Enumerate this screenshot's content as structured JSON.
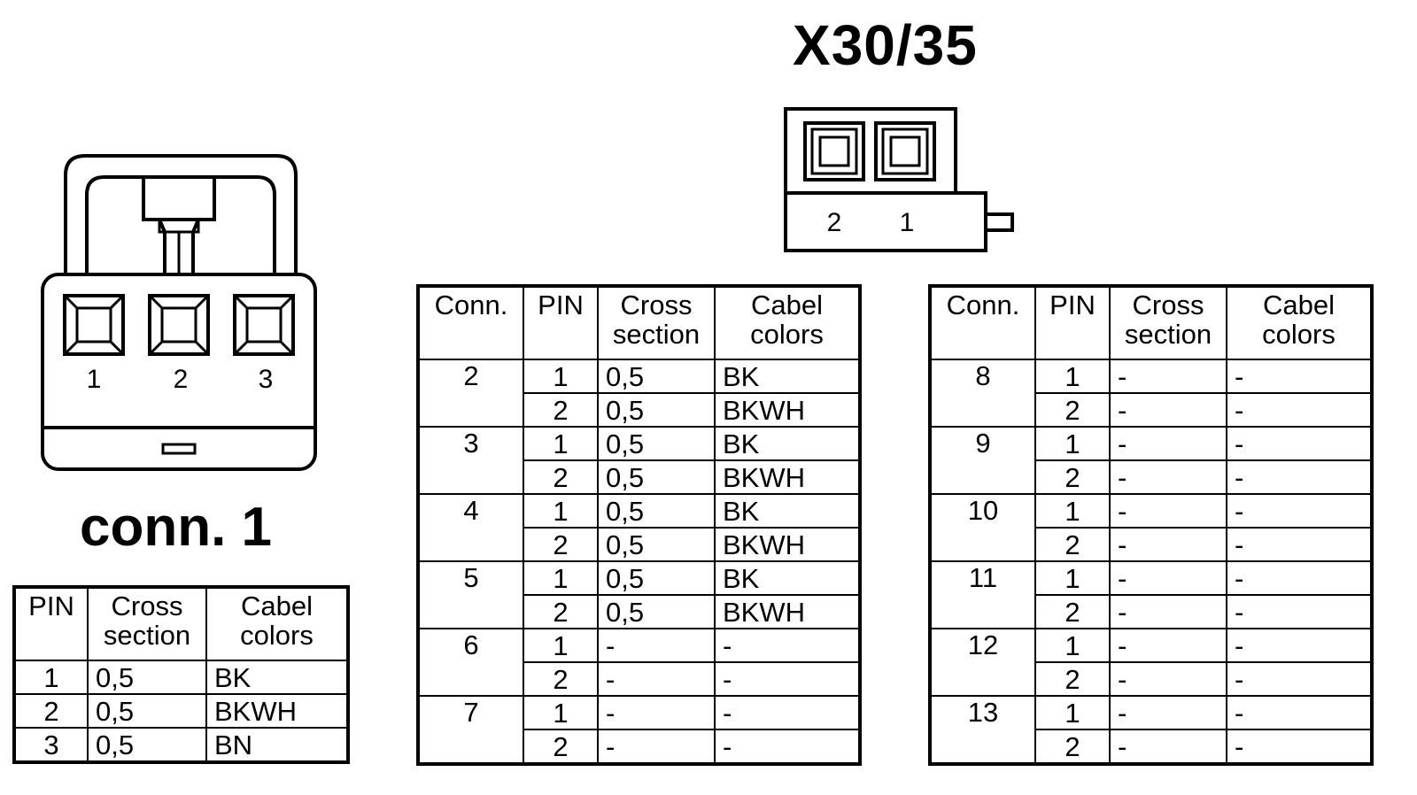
{
  "titles": {
    "x3035": "X30/35",
    "conn1": "conn. 1"
  },
  "diagram_conn1": {
    "pin_labels": [
      "1",
      "2",
      "3"
    ]
  },
  "diagram_x3035": {
    "pin_labels": [
      "2",
      "1"
    ]
  },
  "headers": {
    "conn": "Conn.",
    "pin": "PIN",
    "cross_l1": "Cross",
    "cross_l2": "section",
    "cabel_l1": "Cabel",
    "cabel_l2": "colors"
  },
  "conn1_table": {
    "rows": [
      {
        "pin": "1",
        "cross": "0,5",
        "color": "BK"
      },
      {
        "pin": "2",
        "cross": "0,5",
        "color": "BKWH"
      },
      {
        "pin": "3",
        "cross": "0,5",
        "color": "BN"
      }
    ]
  },
  "table_a": {
    "groups": [
      {
        "conn": "2",
        "rows": [
          {
            "pin": "1",
            "cross": "0,5",
            "color": "BK"
          },
          {
            "pin": "2",
            "cross": "0,5",
            "color": "BKWH"
          }
        ]
      },
      {
        "conn": "3",
        "rows": [
          {
            "pin": "1",
            "cross": "0,5",
            "color": "BK"
          },
          {
            "pin": "2",
            "cross": "0,5",
            "color": "BKWH"
          }
        ]
      },
      {
        "conn": "4",
        "rows": [
          {
            "pin": "1",
            "cross": "0,5",
            "color": "BK"
          },
          {
            "pin": "2",
            "cross": "0,5",
            "color": "BKWH"
          }
        ]
      },
      {
        "conn": "5",
        "rows": [
          {
            "pin": "1",
            "cross": "0,5",
            "color": "BK"
          },
          {
            "pin": "2",
            "cross": "0,5",
            "color": "BKWH"
          }
        ]
      },
      {
        "conn": "6",
        "rows": [
          {
            "pin": "1",
            "cross": "-",
            "color": "-"
          },
          {
            "pin": "2",
            "cross": "-",
            "color": "-"
          }
        ]
      },
      {
        "conn": "7",
        "rows": [
          {
            "pin": "1",
            "cross": "-",
            "color": "-"
          },
          {
            "pin": "2",
            "cross": "-",
            "color": "-"
          }
        ]
      }
    ]
  },
  "table_b": {
    "groups": [
      {
        "conn": "8",
        "rows": [
          {
            "pin": "1",
            "cross": "-",
            "color": "-"
          },
          {
            "pin": "2",
            "cross": "-",
            "color": "-"
          }
        ]
      },
      {
        "conn": "9",
        "rows": [
          {
            "pin": "1",
            "cross": "-",
            "color": "-"
          },
          {
            "pin": "2",
            "cross": "-",
            "color": "-"
          }
        ]
      },
      {
        "conn": "10",
        "rows": [
          {
            "pin": "1",
            "cross": "-",
            "color": "-"
          },
          {
            "pin": "2",
            "cross": "-",
            "color": "-"
          }
        ]
      },
      {
        "conn": "11",
        "rows": [
          {
            "pin": "1",
            "cross": "-",
            "color": "-"
          },
          {
            "pin": "2",
            "cross": "-",
            "color": "-"
          }
        ]
      },
      {
        "conn": "12",
        "rows": [
          {
            "pin": "1",
            "cross": "-",
            "color": "-"
          },
          {
            "pin": "2",
            "cross": "-",
            "color": "-"
          }
        ]
      },
      {
        "conn": "13",
        "rows": [
          {
            "pin": "1",
            "cross": "-",
            "color": "-"
          },
          {
            "pin": "2",
            "cross": "-",
            "color": "-"
          }
        ]
      }
    ]
  }
}
